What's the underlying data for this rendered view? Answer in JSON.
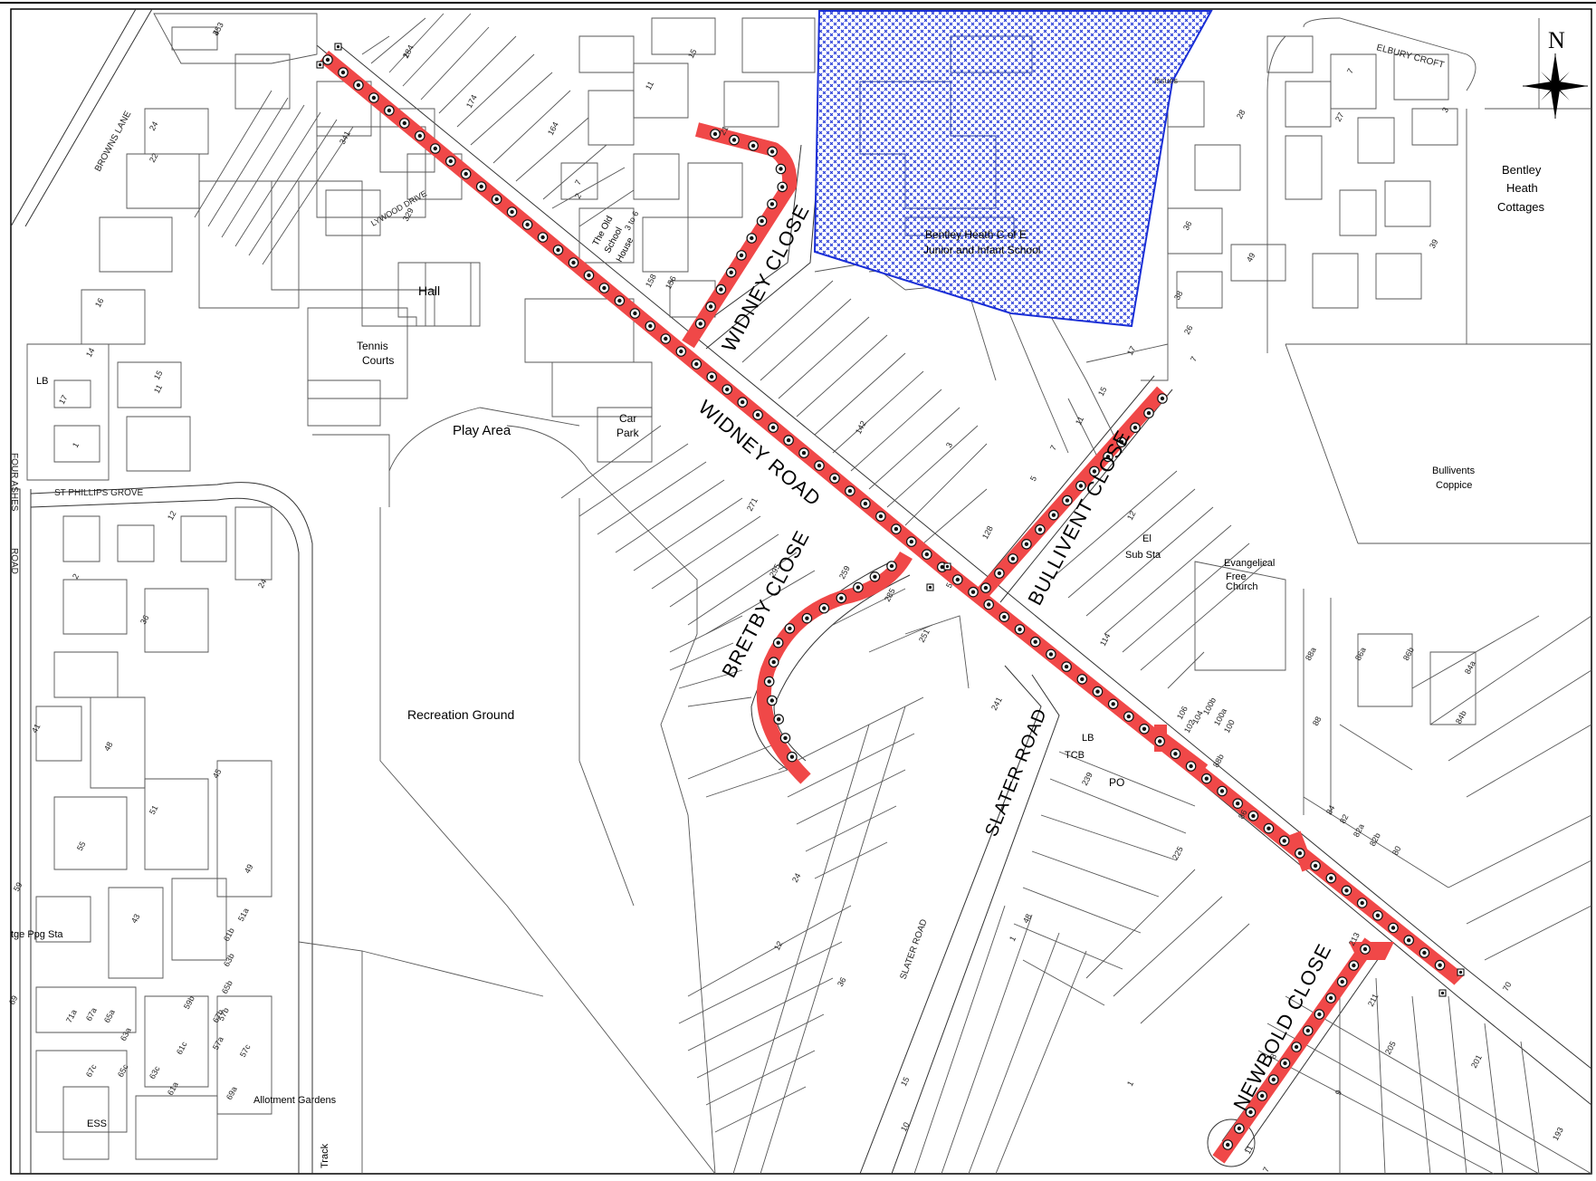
{
  "map": {
    "roads": {
      "widney_road": "WIDNEY ROAD",
      "widney_close": "WIDNEY CLOSE",
      "bretby_close": "BRETBY CLOSE",
      "bullivent_close": "BULLIVENT CLOSE",
      "slater_road": "SLATER ROAD",
      "slater_road_small": "SLATER ROAD",
      "newbold_close": "NEWBOLD CLOSE",
      "browns_lane": "BROWNS LANE",
      "st_phillips_grove": "ST PHILLIPS GROVE",
      "four_ashes_road_1": "FOUR ASHES",
      "four_ashes_road_2": "ROAD",
      "elbury_croft": "ELBURY CROFT",
      "lywood_drive": "LYWOOD DRIVE"
    },
    "places": {
      "hall": "Hall",
      "tennis_1": "Tennis",
      "tennis_2": "Courts",
      "play_area": "Play Area",
      "car_1": "Car",
      "car_2": "Park",
      "recreation_ground": "Recreation Ground",
      "allotment_gardens": "Allotment Gardens",
      "track": "Track",
      "school_1": "Bentley Heath C of E",
      "school_2": "Junior and Infant School",
      "bentley_1": "Bentley",
      "bentley_2": "Heath",
      "bentley_3": "Cottages",
      "bullivents_1": "Bullivents",
      "bullivents_2": "Coppice",
      "evangelical_1": "Evangelical",
      "evangelical_2": "Free",
      "evangelical_3": "Church",
      "old_school_1": "The Old",
      "old_school_2": "School",
      "old_school_3": "House",
      "el_sub_1": "El",
      "el_sub_2": "Sub Sta",
      "lb_1": "LB",
      "lb_2": "LB",
      "tcb": "TCB",
      "po": "PO",
      "ess": "ESS",
      "ppg_sta": "tge Ppg Sta",
      "issues": "Issues"
    },
    "house_numbers": [
      "353",
      "184",
      "174",
      "164",
      "341",
      "329",
      "24",
      "22",
      "16",
      "14",
      "15",
      "11",
      "17",
      "1",
      "12",
      "2",
      "24",
      "36",
      "41",
      "48",
      "45",
      "51",
      "55",
      "59",
      "43",
      "49",
      "51a",
      "61b",
      "63b",
      "65b",
      "67b",
      "69",
      "71a",
      "67a",
      "65a",
      "63a",
      "61a",
      "59b",
      "57b",
      "57a",
      "57c",
      "61c",
      "63c",
      "65c",
      "67c",
      "69a",
      "15",
      "11",
      "21",
      "7",
      "2",
      "3 to 6",
      "158",
      "156",
      "142",
      "271",
      "285",
      "295",
      "259",
      "251",
      "241",
      "128",
      "114",
      "106",
      "102",
      "104",
      "100b",
      "100a",
      "100",
      "88b",
      "88a",
      "88",
      "86",
      "86a",
      "86b",
      "84a",
      "84b",
      "84",
      "82",
      "82a",
      "82b",
      "80",
      "70",
      "213",
      "211",
      "205",
      "201",
      "193",
      "239",
      "225",
      "17",
      "15",
      "11",
      "7",
      "5",
      "28",
      "26",
      "36",
      "38",
      "49",
      "7",
      "27",
      "3",
      "39",
      "36",
      "24",
      "12",
      "48",
      "1",
      "15",
      "10",
      "1",
      "11",
      "7",
      "8",
      "9",
      "12",
      "3",
      "5",
      "7",
      "4",
      "2"
    ],
    "north_label": "N",
    "marker_symbol": "S"
  }
}
